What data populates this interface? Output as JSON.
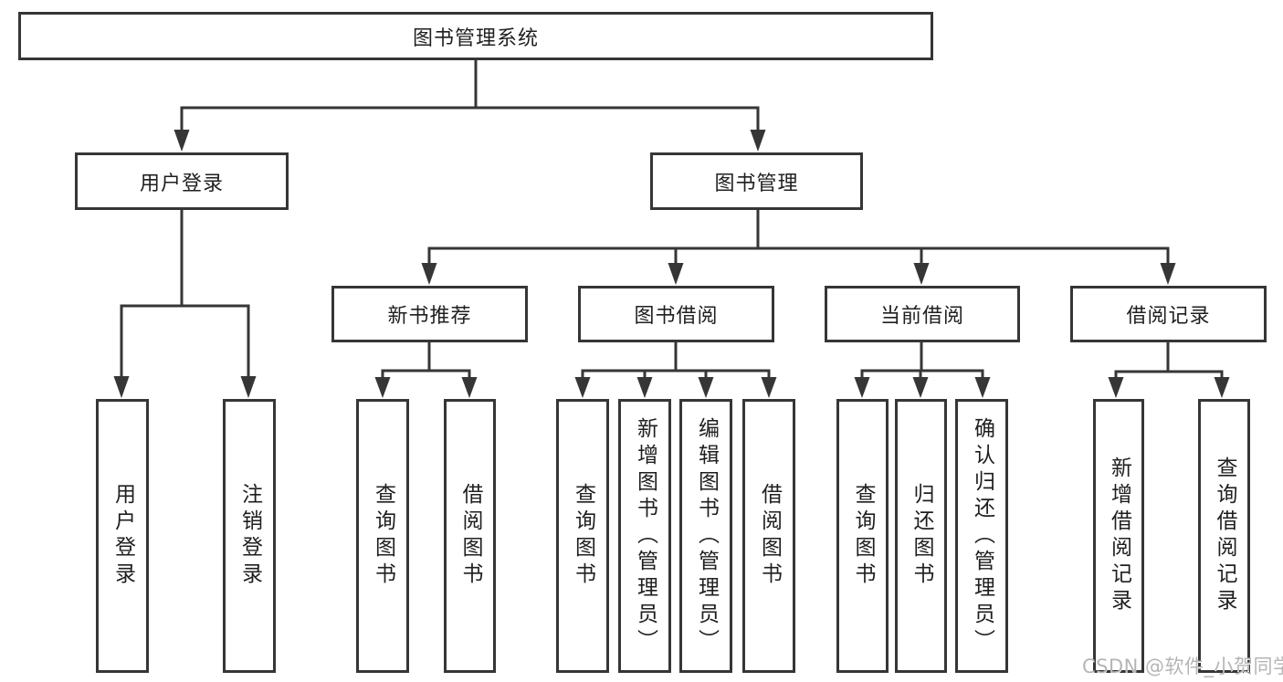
{
  "diagram": {
    "type": "hierarchy-tree",
    "colors": {
      "line": "#363636",
      "text": "#1f1f1f",
      "background": "#ffffff",
      "watermark": "#b5b5b5"
    },
    "tree": {
      "label": "图书管理系统",
      "children": [
        {
          "label": "用户登录",
          "children": [
            {
              "label": "用户登录"
            },
            {
              "label": "注销登录"
            }
          ]
        },
        {
          "label": "图书管理",
          "children": [
            {
              "label": "新书推荐",
              "children": [
                {
                  "label": "查询图书"
                },
                {
                  "label": "借阅图书"
                }
              ]
            },
            {
              "label": "图书借阅",
              "children": [
                {
                  "label": "查询图书"
                },
                {
                  "label": "新增图书（管理员）"
                },
                {
                  "label": "编辑图书（管理员）"
                },
                {
                  "label": "借阅图书"
                }
              ]
            },
            {
              "label": "当前借阅",
              "children": [
                {
                  "label": "查询图书"
                },
                {
                  "label": "归还图书"
                },
                {
                  "label": "确认归还（管理员）"
                }
              ]
            },
            {
              "label": "借阅记录",
              "children": [
                {
                  "label": "新增借阅记录"
                },
                {
                  "label": "查询借阅记录"
                }
              ]
            }
          ]
        }
      ]
    },
    "watermark": "CSDN @软件_小贺同学"
  }
}
